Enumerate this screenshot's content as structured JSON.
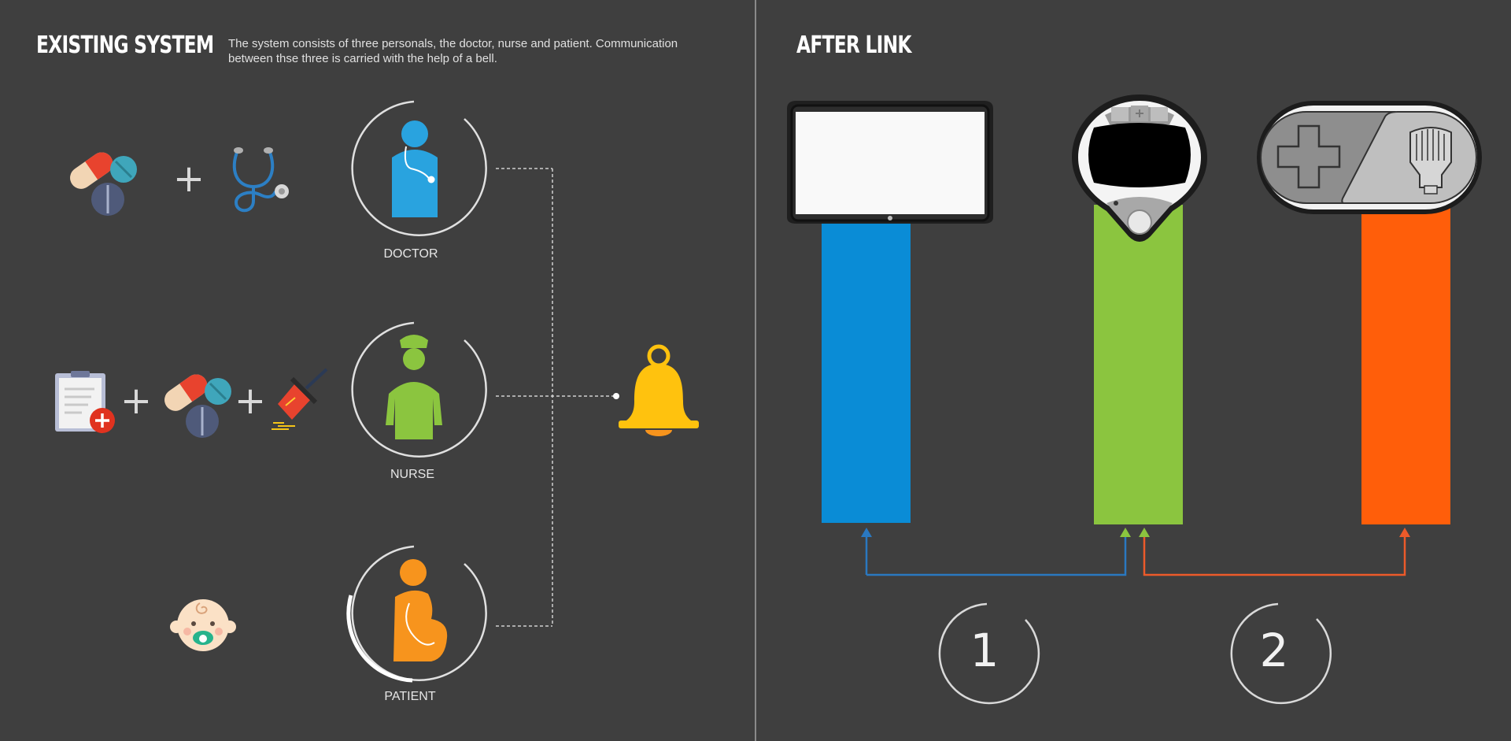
{
  "left_panel": {
    "title": "EXISTING SYSTEM",
    "description": "The system consists of three personals, the doctor, nurse and patient. Communication between thse three is carried with the help of a bell.",
    "plus_symbol": "+",
    "roles": [
      {
        "label": "DOCTOR",
        "icon": "doctor-icon",
        "color": "#29a3df"
      },
      {
        "label": "NURSE",
        "icon": "nurse-icon",
        "color": "#8bc53f"
      },
      {
        "label": "PATIENT",
        "icon": "patient-icon",
        "color": "#f7941d"
      }
    ],
    "hub_icon": "bell-icon"
  },
  "right_panel": {
    "title": "AFTER LINK",
    "devices": [
      {
        "icon": "tablet-icon",
        "bar_color": "#0a8cd6"
      },
      {
        "icon": "wearable-device-icon",
        "bar_color": "#8bc53f"
      },
      {
        "icon": "controller-icon",
        "bar_color": "#ff5e0a"
      }
    ],
    "links": [
      {
        "number": "1",
        "color": "#2a78c0"
      },
      {
        "number": "2",
        "color": "#ec5a2a"
      }
    ]
  }
}
